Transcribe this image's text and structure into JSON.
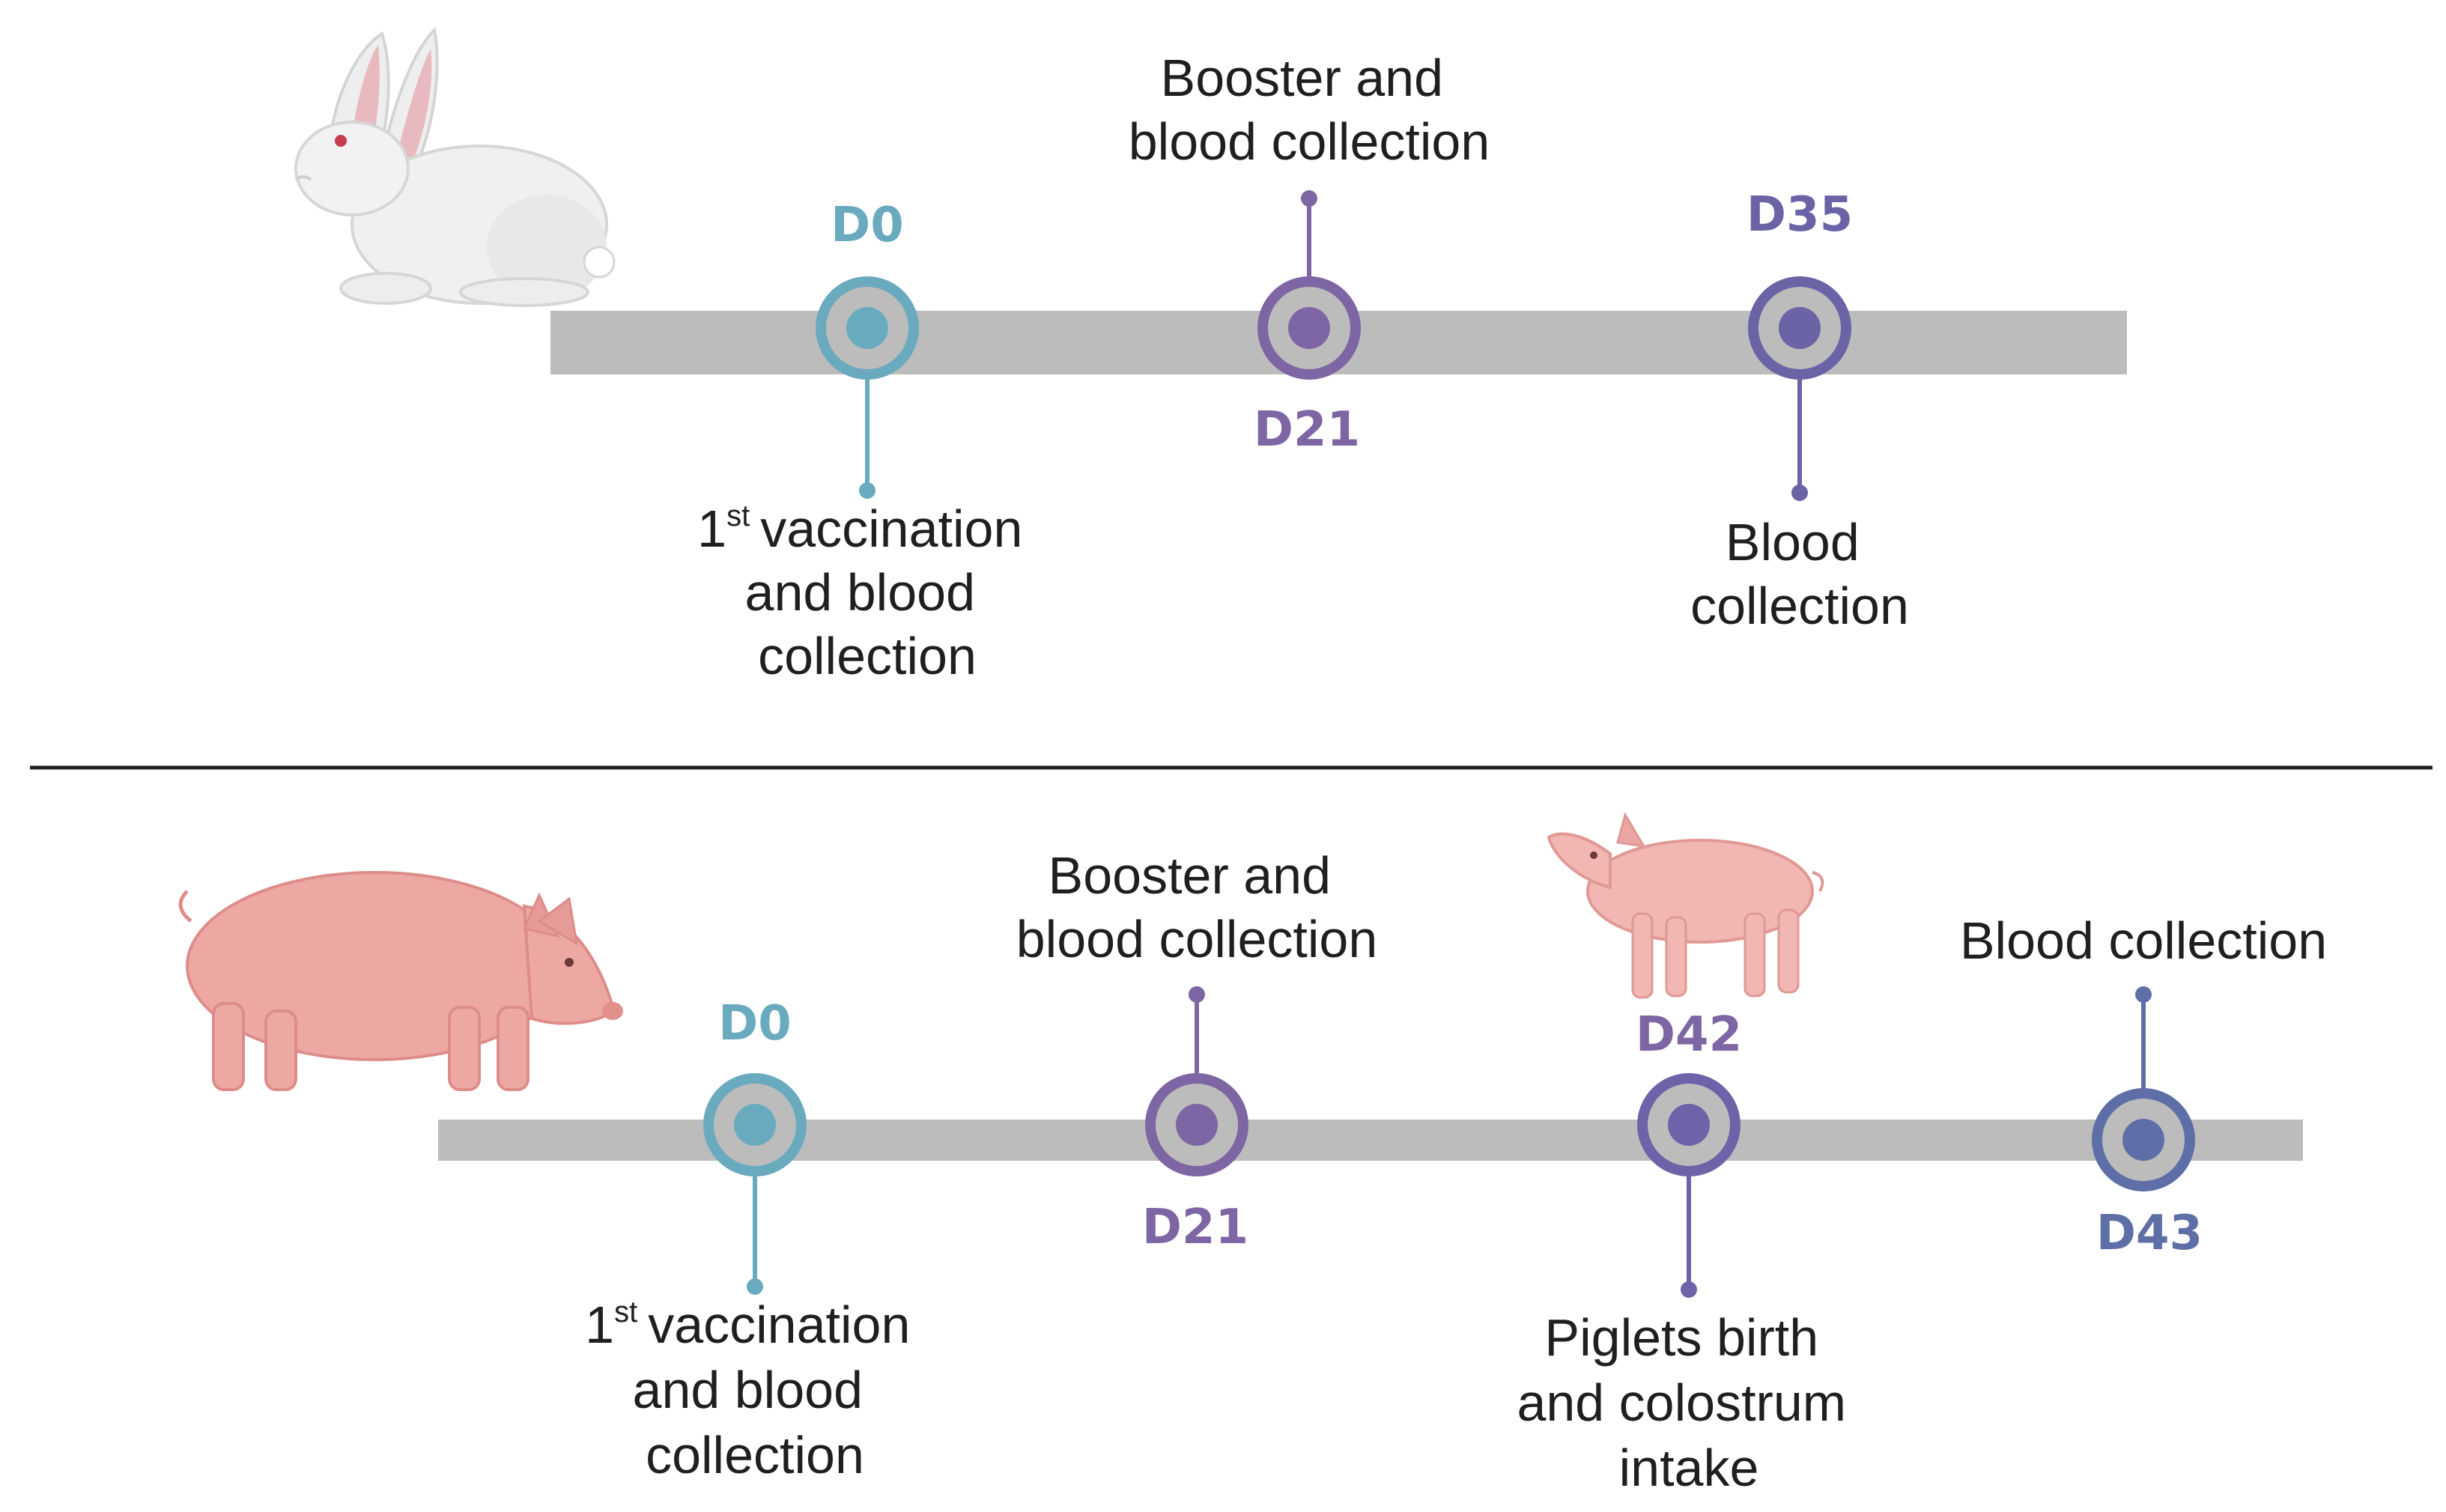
{
  "colors": {
    "track": "#bcbcbc",
    "d0": "#6aaabf",
    "d21": "#7e65a3",
    "d35": "#6a63a6",
    "d42": "#6f62a8",
    "d43": "#5d6fa6",
    "separator": "#222222",
    "text": "#1f1f1f"
  },
  "rabbit_timeline": {
    "animal_icon": "rabbit-icon",
    "events": [
      {
        "day": "D0",
        "color_key": "d0",
        "ordinal_num": "1",
        "ordinal_sup": "st",
        "lines": [
          "vaccination",
          "and blood",
          "collection"
        ]
      },
      {
        "day": "D21",
        "color_key": "d21",
        "lines": [
          "Booster and",
          "blood collection"
        ]
      },
      {
        "day": "D35",
        "color_key": "d35",
        "lines": [
          "Blood",
          "collection"
        ]
      }
    ]
  },
  "pig_timeline": {
    "animal_icon": "pig-icon",
    "extra_icon": "piglet-icon",
    "events": [
      {
        "day": "D0",
        "color_key": "d0",
        "ordinal_num": "1",
        "ordinal_sup": "st",
        "lines": [
          "vaccination",
          "and blood",
          "collection"
        ]
      },
      {
        "day": "D21",
        "color_key": "d21",
        "lines": [
          "Booster and",
          "blood collection"
        ]
      },
      {
        "day": "D42",
        "color_key": "d42",
        "lines": [
          "Piglets birth",
          "and colostrum",
          "intake"
        ]
      },
      {
        "day": "D43",
        "color_key": "d43",
        "lines": [
          "Blood collection"
        ]
      }
    ]
  }
}
